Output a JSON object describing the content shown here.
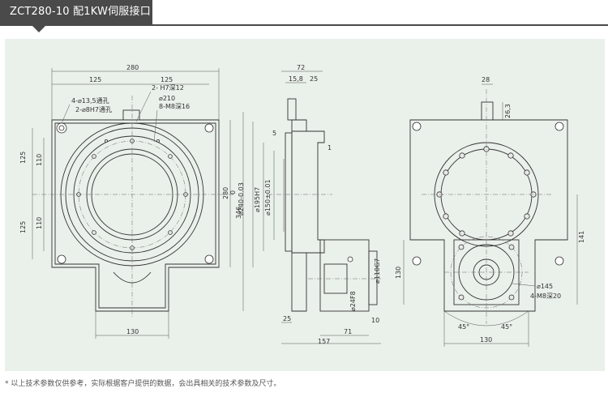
{
  "header": {
    "title": "ZCT280-10 配1KW伺服接口"
  },
  "footnote": "*  以上技术参数仅供参考，实际根据客户提供的数据，会出具相关的技术参数及尺寸。",
  "views": {
    "front": {
      "dims": {
        "top_overall": "280",
        "top_left": "125",
        "top_right": "125",
        "left_upper": "125",
        "left_lower": "125",
        "left_inner_upper": "110",
        "left_inner_lower": "110",
        "right_inner": "280",
        "right_overall": "346",
        "bottom": "130"
      },
      "callouts": {
        "thru_hole": "4-⌀13,5通孔",
        "pin_hole": "2-⌀8H7通孔",
        "top_pin": "2-   H7深12",
        "pcd": "⌀210",
        "tapped": "8-M8深16"
      }
    },
    "side": {
      "dims": {
        "top_overall": "72",
        "top_a": "15,8",
        "top_b": "25",
        "step": "5",
        "lip": "1",
        "left_zero": "0",
        "dia_240": "⌀240-0.03",
        "dia_195": "⌀195H7",
        "dia_150": "⌀150±0.01",
        "shaft_dia": "⌀24F8",
        "spigot": "⌀110G7",
        "bottom_left": "25",
        "bottom_mid": "71",
        "bottom_right": "10",
        "bottom_overall": "157"
      }
    },
    "rear": {
      "dims": {
        "top_width": "28",
        "top_height": "26,3",
        "right_height": "141",
        "left_height": "130",
        "pcd": "⌀145",
        "tapped": "4-M8深20",
        "angle_left": "45°",
        "angle_right": "45°",
        "bottom": "130"
      }
    }
  }
}
